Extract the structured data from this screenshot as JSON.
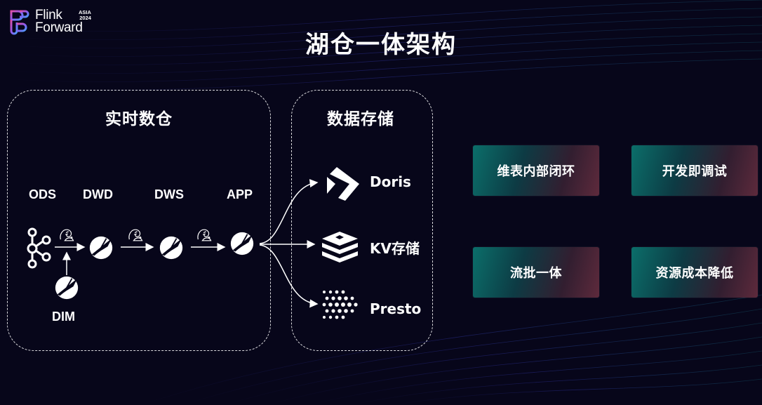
{
  "logo": {
    "line1": "Flink",
    "line2": "Forward",
    "tag1": "ASIA",
    "tag2": "2024"
  },
  "title": "湖仓一体架构",
  "realtime_dw": {
    "title": "实时数仓",
    "stages": [
      "ODS",
      "DWD",
      "DWS",
      "APP"
    ],
    "dim_label": "DIM"
  },
  "storage": {
    "title": "数据存储",
    "items": [
      {
        "label": "Doris",
        "icon": "doris-icon"
      },
      {
        "label": "KV存储",
        "icon": "redis-icon"
      },
      {
        "label": "Presto",
        "icon": "presto-icon"
      }
    ]
  },
  "features": [
    "维表内部闭环",
    "开发即调试",
    "流批一体",
    "资源成本降低"
  ],
  "colors": {
    "background": "#07061a",
    "card_teal": "#0b6e6a",
    "card_rose": "#5e2a3c",
    "logo_purple": "#8a5cf0",
    "logo_pink": "#e04fa8"
  }
}
